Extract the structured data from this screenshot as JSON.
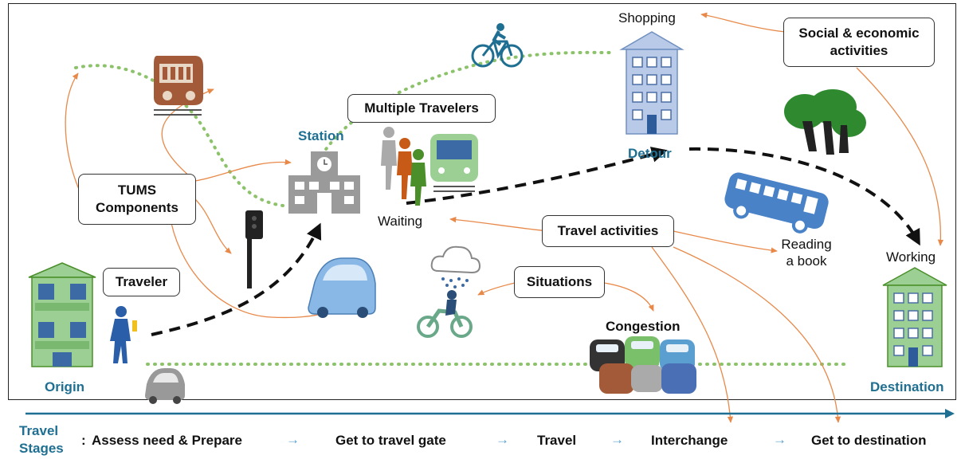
{
  "boxes": {
    "social": "Social & economic activities",
    "multiple_travelers": "Multiple Travelers",
    "tums": "TUMS Components",
    "traveler": "Traveler",
    "travel_activities": "Travel activities",
    "situations": "Situations"
  },
  "places": {
    "station": "Station",
    "detour": "Detour",
    "origin": "Origin",
    "destination": "Destination"
  },
  "labels": {
    "shopping": "Shopping",
    "waiting": "Waiting",
    "reading": "Reading a book",
    "working": "Working",
    "congestion": "Congestion"
  },
  "stages": {
    "label": "Travel Stages",
    "prefix": ":",
    "items": [
      "Assess need & Prepare",
      "Get to travel gate",
      "Travel",
      "Interchange",
      "Get to destination"
    ],
    "arrow": "→"
  },
  "colors": {
    "accent_blue": "#1f6f92",
    "green_dotted": "#8cc26a",
    "orange_link": "#e8894a",
    "building_blue": "#b9c9e8",
    "building_green": "#9ccf94"
  },
  "icons": [
    "train-icon",
    "bicycle-icon",
    "office-building-icon",
    "trees-icon",
    "station-building-icon",
    "travelers-icon",
    "tram-icon",
    "bus-icon",
    "traffic-light-icon",
    "car-icon",
    "cloud-rain-icon",
    "motorcycle-icon",
    "pedestrian-icon",
    "apartment-building-icon",
    "small-car-icon",
    "traffic-jam-icon"
  ]
}
